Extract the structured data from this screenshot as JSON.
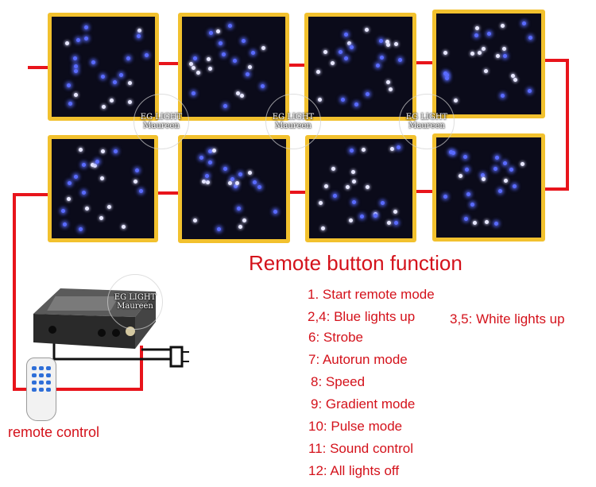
{
  "diagram": {
    "title": "Remote button function",
    "functions": [
      "1. Start remote mode",
      "2,4: Blue lights up",
      "3,5: White lights up",
      "6: Strobe",
      "7: Autorun mode",
      "8: Speed",
      "9: Gradient mode",
      "10: Pulse mode",
      "11: Sound control",
      "12: All lights off"
    ],
    "remote_label": "remote control",
    "watermark_line1": "EG LIGHT",
    "watermark_line2": "Maureen"
  },
  "colors": {
    "wire": "#e8141b",
    "panel_border": "#f2c12e",
    "led_blue": "#5a6bff",
    "led_white": "#e8e8ff",
    "text": "#d4121b"
  }
}
